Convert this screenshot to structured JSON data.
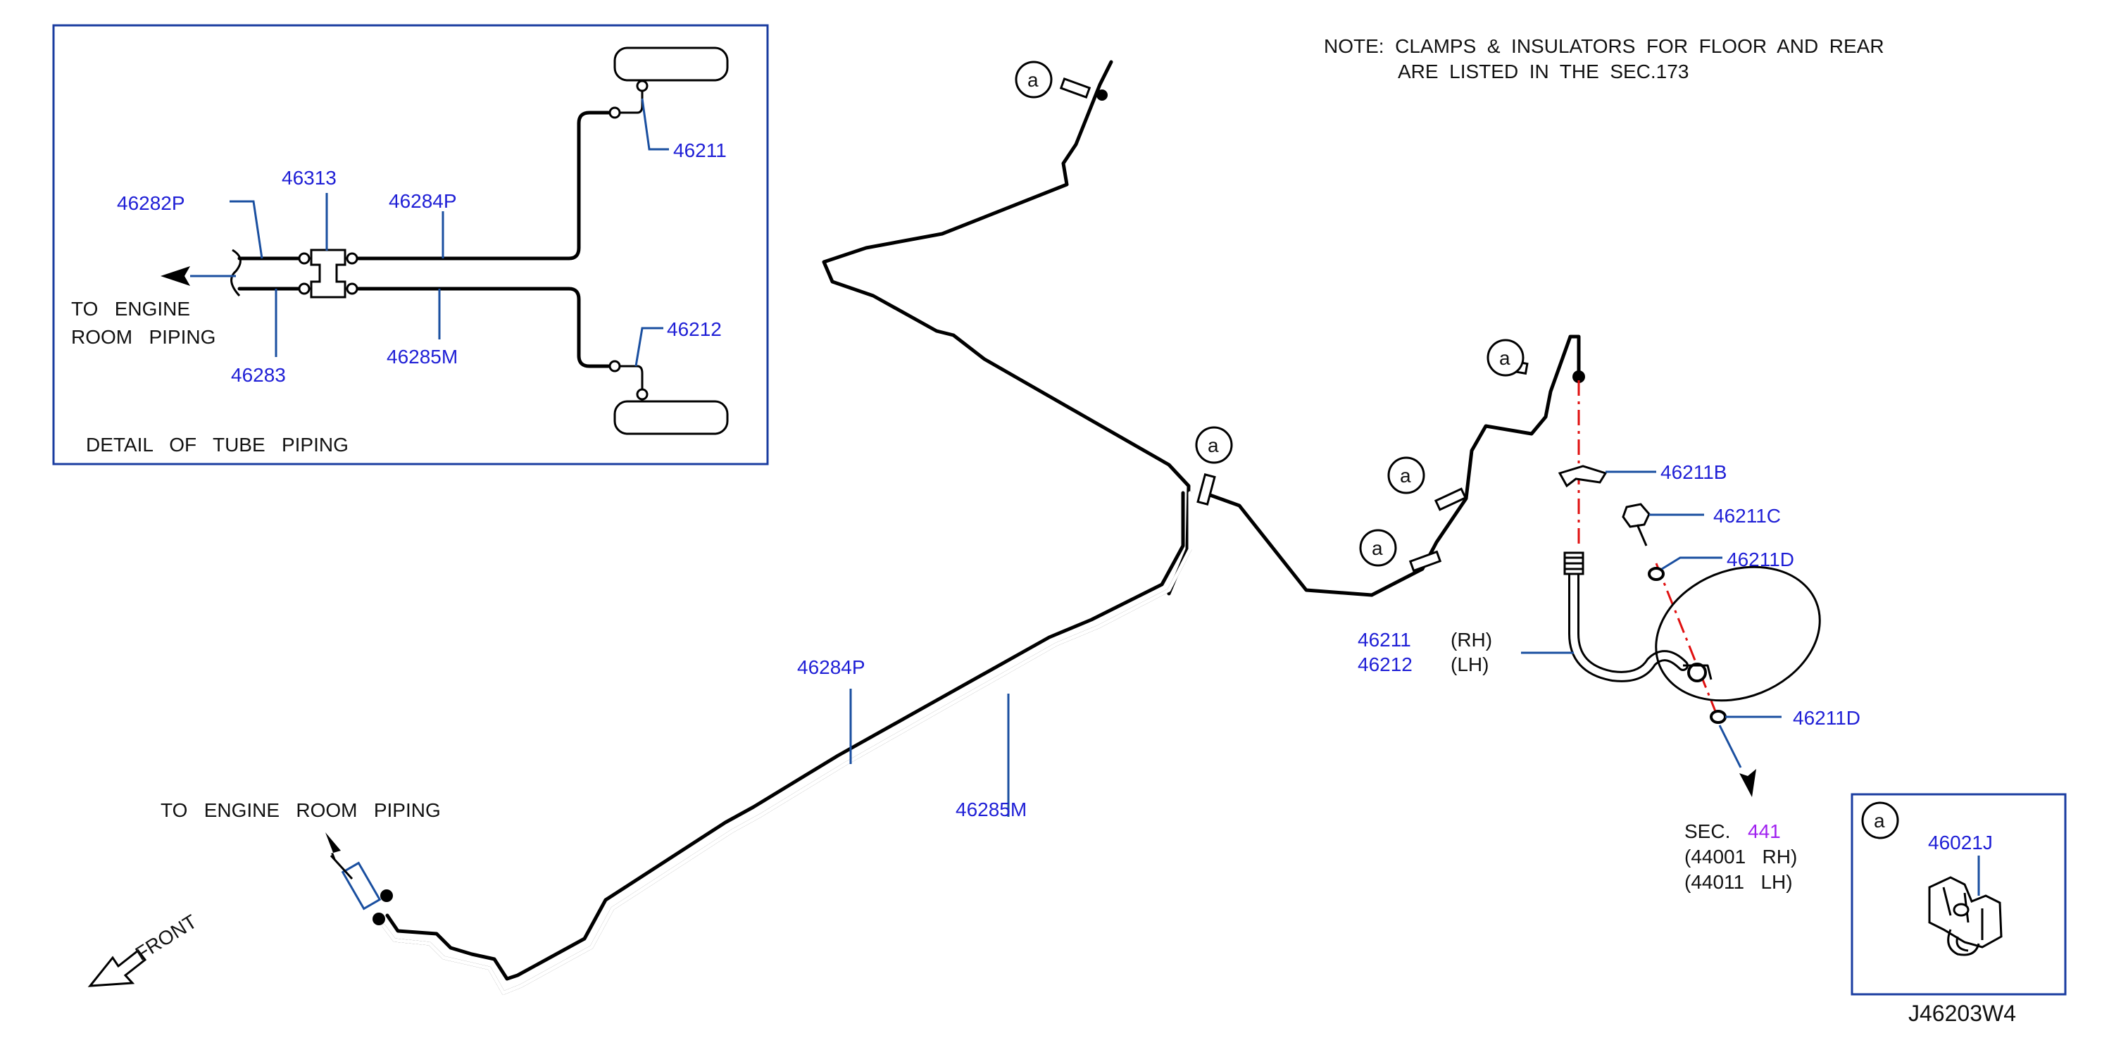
{
  "note": {
    "line1": "NOTE:  CLAMPS  &  INSULATORS  FOR  FLOOR  AND  REAR",
    "line2": "ARE  LISTED  IN  THE  SEC.173"
  },
  "detail_box": {
    "title": "DETAIL   OF   TUBE   PIPING",
    "to_engine_line1": "TO   ENGINE",
    "to_engine_line2": "ROOM   PIPING",
    "parts": [
      "46282P",
      "46313",
      "46284P",
      "46211",
      "46212",
      "46283",
      "46285M"
    ]
  },
  "main": {
    "to_engine": "TO   ENGINE   ROOM   PIPING",
    "front_label": "FRONT",
    "clamp_marker": "a",
    "tube_labels": [
      "46284P",
      "46285M"
    ],
    "hose_parts": [
      {
        "number": "46211",
        "side": "(RH)"
      },
      {
        "number": "46212",
        "side": "(LH)"
      }
    ],
    "hardware": [
      "46211B",
      "46211C",
      "46211D",
      "46211D"
    ],
    "sec_prefix": "SEC.",
    "sec_number": "441",
    "sec_lines": [
      "(44001   RH)",
      "(44011   LH)"
    ]
  },
  "clamp_box": {
    "marker": "a",
    "part": "46021J"
  },
  "drawing_id": "J46203W4",
  "colors": {
    "part_number": "#1f1fd6",
    "leader": "#1a4fa0",
    "box_border": "#1a3ca0",
    "centerline": "#e01010",
    "sec_number": "#a020f0"
  }
}
